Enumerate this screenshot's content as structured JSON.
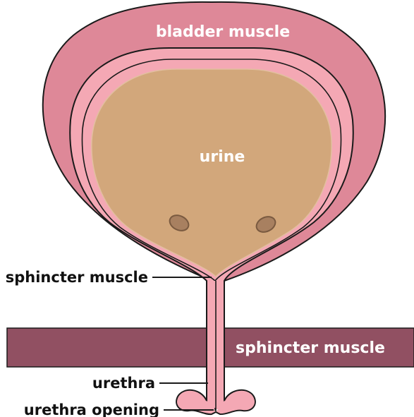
{
  "labels": {
    "bladder_muscle": "bladder muscle",
    "urine": "urine",
    "sphincter_internal": "sphincter muscle",
    "sphincter_external": "sphincter muscle",
    "urethra": "urethra",
    "urethra_opening": "urethra opening"
  },
  "colors": {
    "bladder_muscle": "#de8898",
    "lining": "#f4a8b4",
    "urine": "#d2a77b",
    "ureter_opening": "#a88060",
    "sphincter_band": "#915062",
    "outline": "#1a1a1a"
  }
}
